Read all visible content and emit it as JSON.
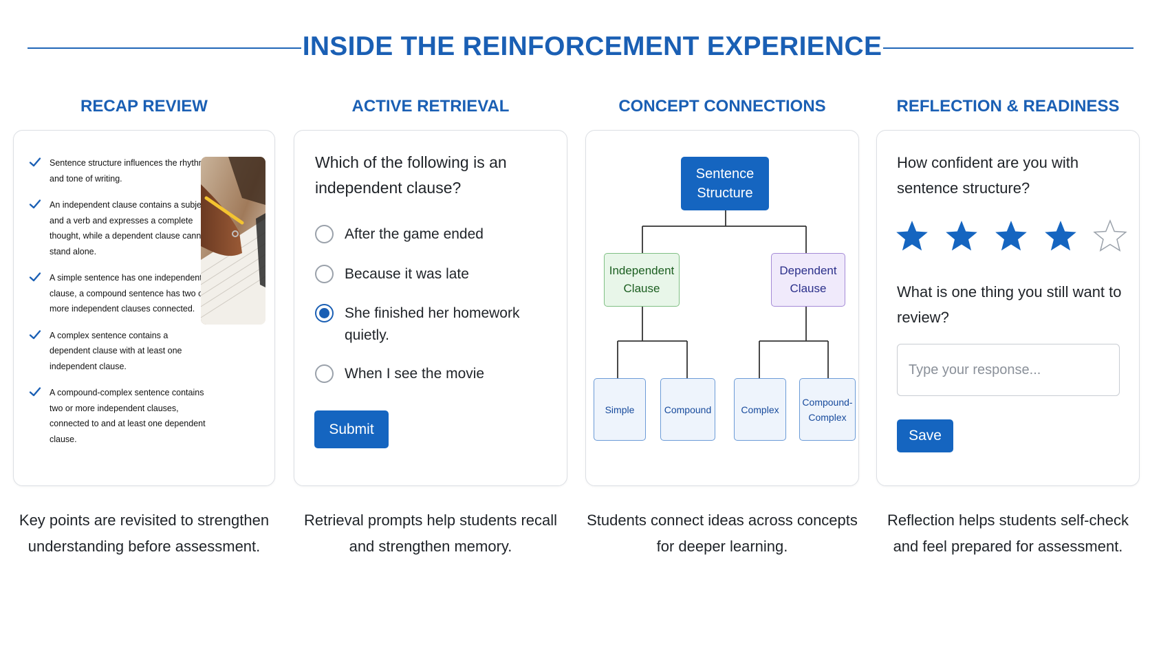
{
  "page": {
    "title": "INSIDE THE REINFORCEMENT EXPERIENCE"
  },
  "recap": {
    "heading": "RECAP REVIEW",
    "points": [
      "Sentence structure influences the rhythm, and tone of writing.",
      "An independent clause contains a subject and a verb and expresses a complete thought, while a dependent clause cannot stand alone.",
      "A simple sentence has one independent clause, a compound sentence has two or more independent clauses connected.",
      "A complex sentence contains a dependent clause with at least one independent clause.",
      "A compound-complex sentence contains two or more independent clauses, connected to and at least one dependent clause."
    ],
    "caption": "Key points are revisited to strengthen understanding before assessment."
  },
  "retrieval": {
    "heading": "ACTIVE RETRIEVAL",
    "question": "Which of the following is an independent clause?",
    "options": [
      "After the game ended",
      "Because it was late",
      "She finished her homework quietly.",
      "When I see the movie"
    ],
    "selected_index": 2,
    "submit_label": "Submit",
    "caption": "Retrieval prompts help students recall and strengthen memory."
  },
  "concepts": {
    "heading": "CONCEPT CONNECTIONS",
    "root": "Sentence Structure",
    "branches": [
      "Independent Clause",
      "Dependent Clause"
    ],
    "leaves": [
      "Simple",
      "Compound",
      "Complex",
      "Compound-Complex"
    ],
    "colors": {
      "root": "#1565c0",
      "independent": "#7fbf83",
      "dependent": "#a48ad6",
      "leaf": "#6a9ad6"
    },
    "caption": "Students connect ideas across concepts for deeper learning."
  },
  "reflection": {
    "heading": "REFLECTION & READINESS",
    "confidence_question": "How confident are you with sentence structure?",
    "rating": {
      "value": 4,
      "max": 5
    },
    "review_question": "What is one thing you still want to review?",
    "response_placeholder": "Type your response...",
    "save_label": "Save",
    "caption": "Reflection helps students self-check and feel prepared for assessment."
  },
  "theme": {
    "accent": "#1a5fb4",
    "button": "#1565c0"
  }
}
